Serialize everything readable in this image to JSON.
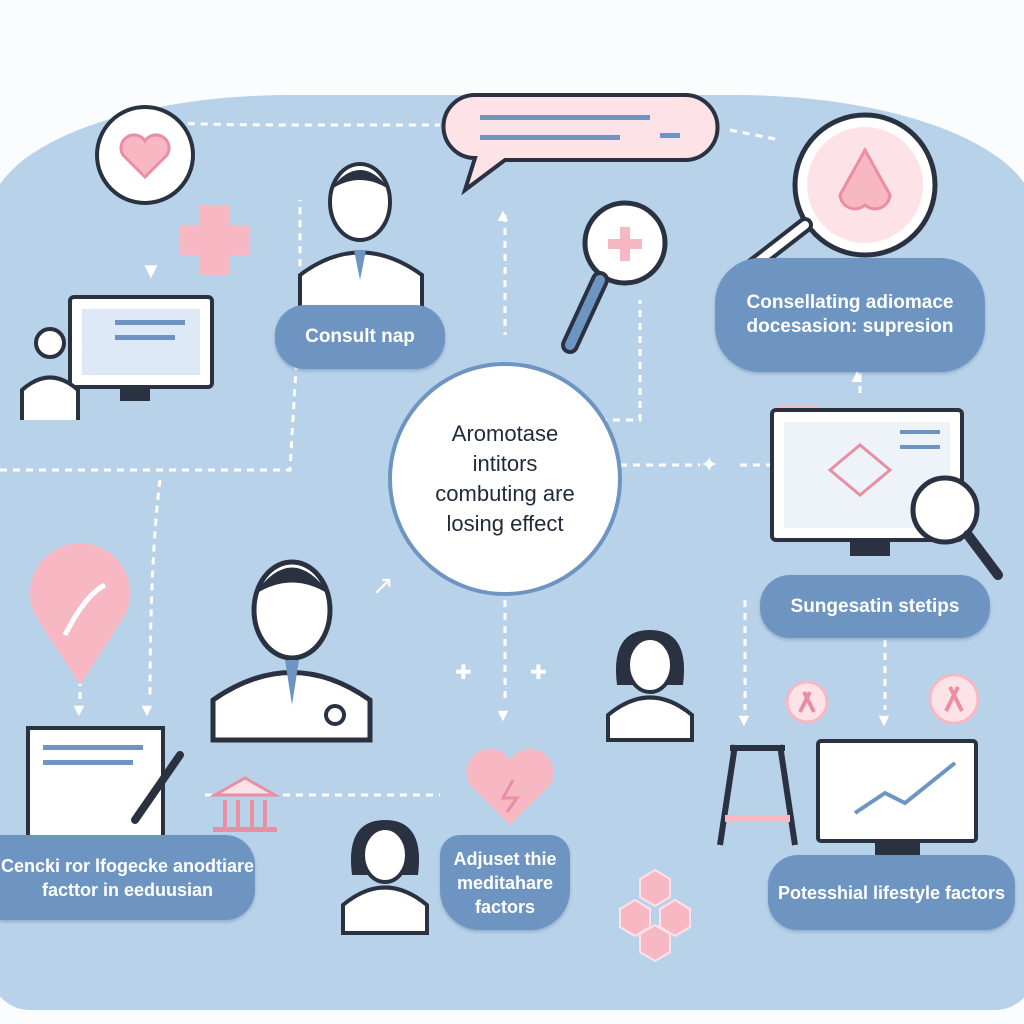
{
  "center": {
    "text": "Aromotase intitors combuting are losing effect"
  },
  "labels": {
    "consult": "Consult nap",
    "consellating": "Consellating adiomace docesasion: supresion",
    "sungesatin": "Sungesatin stetips",
    "cencki": "Cencki ror lfogecke anodtiare facttor in eeduusian",
    "adjuset": "Adjuset thie meditahare factors",
    "potesshial": "Potesshial lifestyle factors"
  },
  "colors": {
    "background": "#b8d2ea",
    "pill": "#6e95c1",
    "accent_pink": "#f7b8c4",
    "outline": "#1f2a3a"
  }
}
